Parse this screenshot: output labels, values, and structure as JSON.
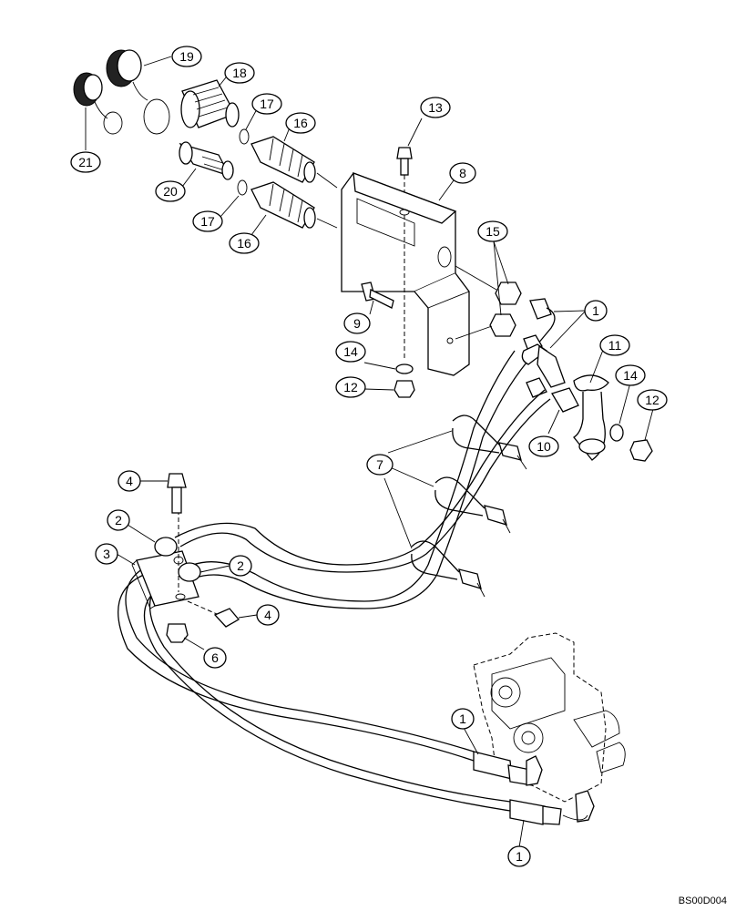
{
  "diagram": {
    "drawing_code": "BS00D004",
    "callouts": [
      {
        "id": "c19",
        "label": "19"
      },
      {
        "id": "c18",
        "label": "18"
      },
      {
        "id": "c17a",
        "label": "17"
      },
      {
        "id": "c16a",
        "label": "16"
      },
      {
        "id": "c21",
        "label": "21"
      },
      {
        "id": "c20",
        "label": "20"
      },
      {
        "id": "c17b",
        "label": "17"
      },
      {
        "id": "c16b",
        "label": "16"
      },
      {
        "id": "c13",
        "label": "13"
      },
      {
        "id": "c8",
        "label": "8"
      },
      {
        "id": "c15",
        "label": "15"
      },
      {
        "id": "c1a",
        "label": "1"
      },
      {
        "id": "c9",
        "label": "9"
      },
      {
        "id": "c11",
        "label": "11"
      },
      {
        "id": "c14a",
        "label": "14"
      },
      {
        "id": "c12a",
        "label": "12"
      },
      {
        "id": "c14b",
        "label": "14"
      },
      {
        "id": "c12b",
        "label": "12"
      },
      {
        "id": "c10",
        "label": "10"
      },
      {
        "id": "c7",
        "label": "7"
      },
      {
        "id": "c4a",
        "label": "4"
      },
      {
        "id": "c2a",
        "label": "2"
      },
      {
        "id": "c3",
        "label": "3"
      },
      {
        "id": "c2b",
        "label": "2"
      },
      {
        "id": "c4b",
        "label": "4"
      },
      {
        "id": "c6",
        "label": "6"
      },
      {
        "id": "c1b",
        "label": "1"
      },
      {
        "id": "c1c",
        "label": "1"
      }
    ]
  }
}
